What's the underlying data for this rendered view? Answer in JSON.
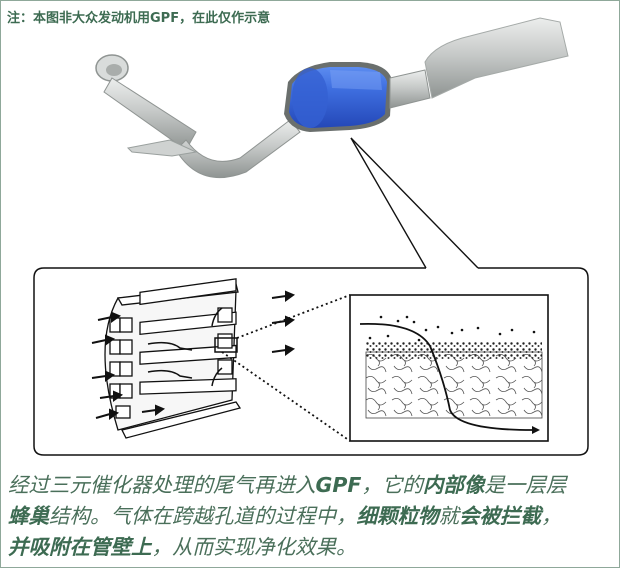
{
  "note": {
    "text": "注：本图非大众发动机用GPF，在此仅作示意"
  },
  "illustration": {
    "top_component": "exhaust-pipe-with-gpf-canister",
    "canister_color": "#3a66d8",
    "pipe_color": "#c9cccb",
    "detail_box": "gpf-honeycomb-cross-section",
    "inset": "particle-trapping-wall-magnification"
  },
  "colors": {
    "text_green": "#3d6b52",
    "border_green": "#8fa89a"
  },
  "caption": {
    "line1_a": "经过三元催化器处理的尾气再进入",
    "line1_b": "GPF",
    "line1_c": "，它的",
    "line1_d": "内部像",
    "line1_e": "是一层层",
    "line2_a": "蜂巢",
    "line2_b": "结构。气体在跨越孔道的过程中，",
    "line2_c": "细颗粒物",
    "line2_d": "就",
    "line2_e": "会被拦截",
    "line2_f": "，",
    "line3_a": "并吸附在管壁上",
    "line3_b": "，从而实现净化效果。"
  }
}
